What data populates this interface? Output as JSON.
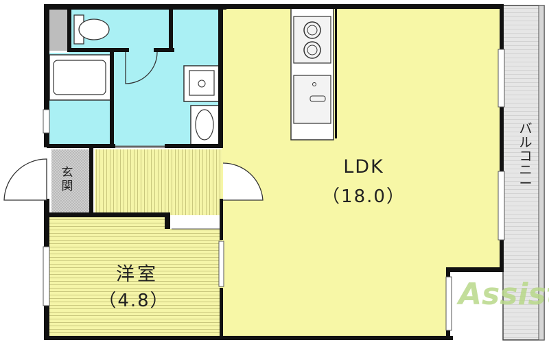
{
  "rooms": {
    "ldk": {
      "name": "LDK",
      "size": "（18.0）"
    },
    "western_room": {
      "name": "洋室",
      "size": "（4.8）"
    },
    "entrance": {
      "name": "玄関"
    },
    "balcony": {
      "name": "バルコニー"
    }
  },
  "watermark": {
    "text": "Assist"
  },
  "colors": {
    "wall": "#111111",
    "ldk_floor": "#f7f7a6",
    "wet_area": "#aaf0f4",
    "entrance_floor": "#c8c8c8",
    "balcony": "#dddddd",
    "logo": "#a8cf6e"
  }
}
